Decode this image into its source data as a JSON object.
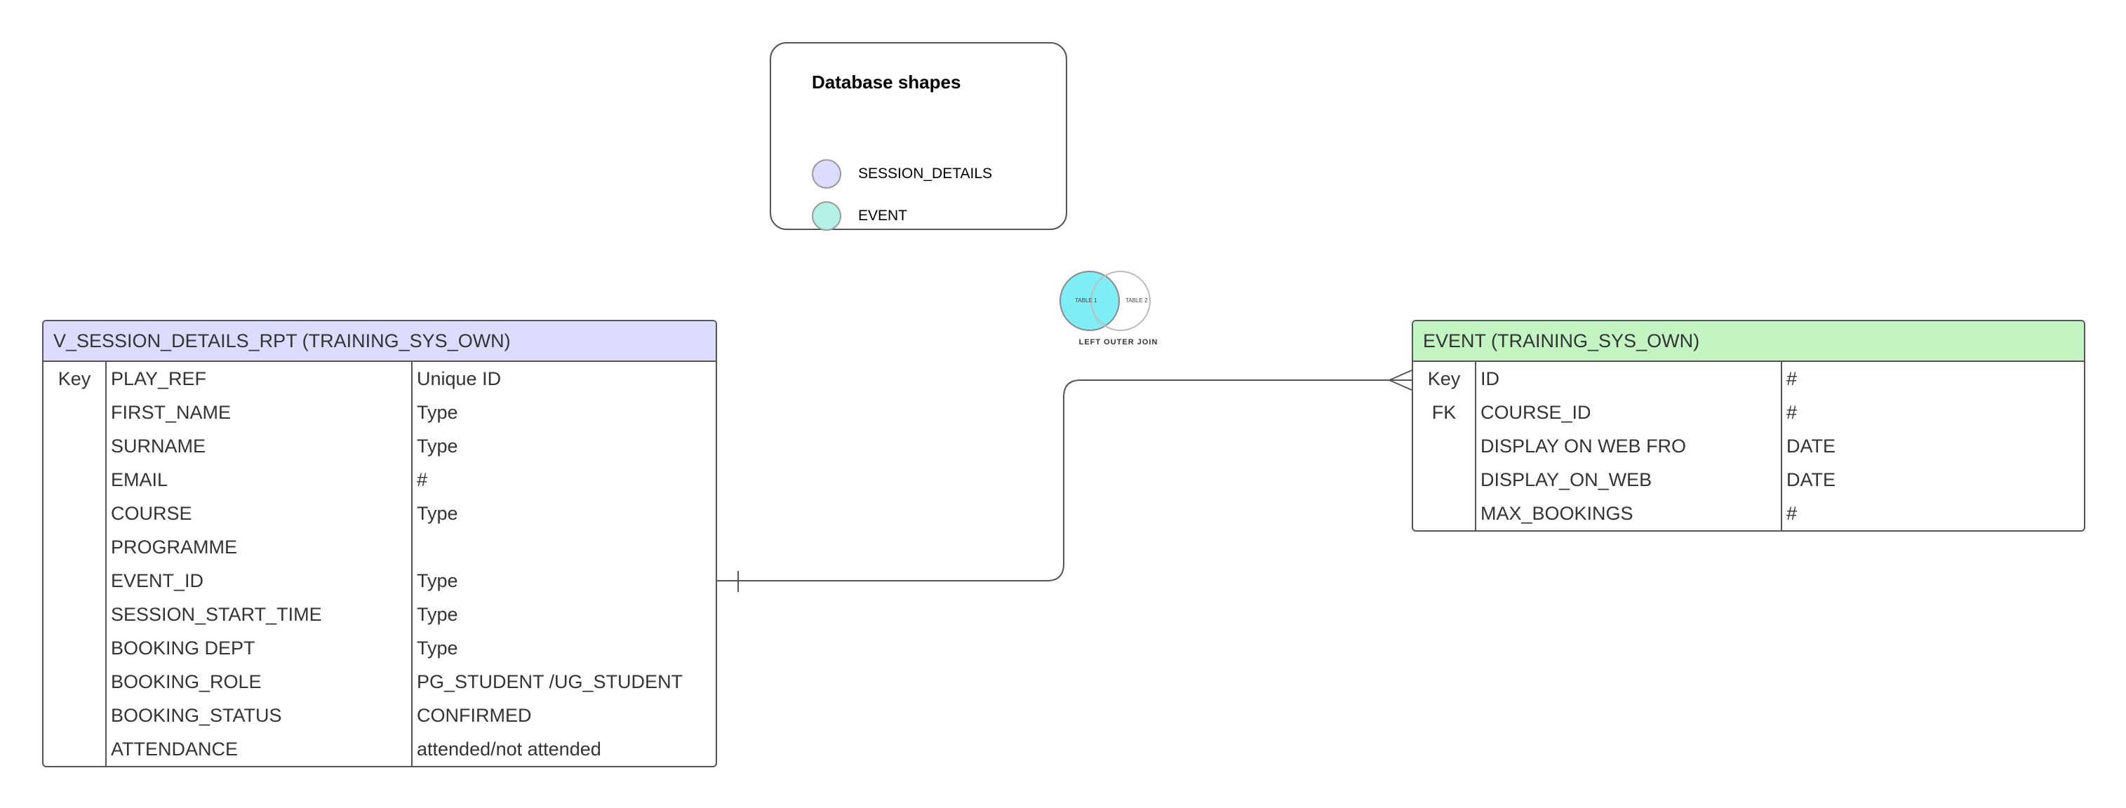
{
  "legend": {
    "title": "Database shapes",
    "items": [
      {
        "label": "SESSION_DETAILS",
        "color": "#dcdcff"
      },
      {
        "label": "EVENT",
        "color": "#b4f2e6"
      }
    ]
  },
  "venn": {
    "left_label": "TABLE 1",
    "right_label": "TABLE 2",
    "caption": "LEFT OUTER JOIN",
    "left_color": "#7eeef4"
  },
  "session_table": {
    "title": "V_SESSION_DETAILS_RPT (TRAINING_SYS_OWN)",
    "header_color": "#dcdcff",
    "rows": [
      {
        "key": "Key",
        "name": "PLAY_REF",
        "type": "Unique ID"
      },
      {
        "key": "",
        "name": "FIRST_NAME",
        "type": "Type"
      },
      {
        "key": "",
        "name": "SURNAME",
        "type": "Type"
      },
      {
        "key": "",
        "name": "EMAIL",
        "type": "#"
      },
      {
        "key": "",
        "name": "COURSE",
        "type": "Type"
      },
      {
        "key": "",
        "name": "PROGRAMME",
        "type": ""
      },
      {
        "key": "",
        "name": "EVENT_ID",
        "type": "Type"
      },
      {
        "key": "",
        "name": "SESSION_START_TIME",
        "type": "Type"
      },
      {
        "key": "",
        "name": "BOOKING DEPT",
        "type": "Type"
      },
      {
        "key": "",
        "name": "BOOKING_ROLE",
        "type": "PG_STUDENT /UG_STUDENT"
      },
      {
        "key": "",
        "name": "BOOKING_STATUS",
        "type": "CONFIRMED"
      },
      {
        "key": "",
        "name": "ATTENDANCE",
        "type": "attended/not attended"
      }
    ]
  },
  "event_table": {
    "title": "EVENT (TRAINING_SYS_OWN)",
    "header_color": "#c3f5c3",
    "rows": [
      {
        "key": "Key",
        "name": "ID",
        "type": "#"
      },
      {
        "key": "FK",
        "name": "COURSE_ID",
        "type": "#"
      },
      {
        "key": "",
        "name": "DISPLAY ON WEB FRO",
        "type": "DATE"
      },
      {
        "key": "",
        "name": "DISPLAY_ON_WEB",
        "type": "DATE"
      },
      {
        "key": "",
        "name": "MAX_BOOKINGS",
        "type": "#"
      }
    ]
  }
}
